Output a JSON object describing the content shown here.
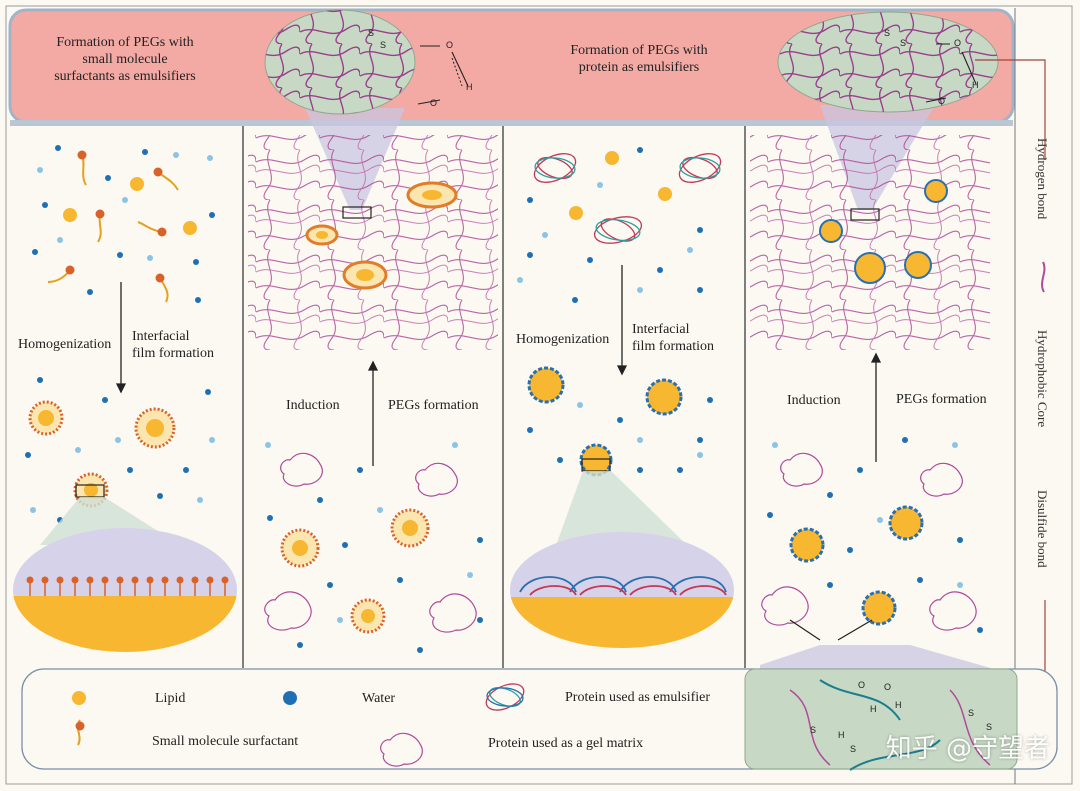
{
  "top_band": {
    "left_title": "Formation of PEGs with small molecule surfactants as emulsifiers",
    "left_lines": [
      "Formation of PEGs with",
      "small molecule",
      "surfactants as emulsifiers"
    ],
    "right_lines": [
      "Formation of PEGs with",
      "protein as emulsifiers"
    ]
  },
  "bond_labels": {
    "s": "S",
    "o": "O",
    "h": "H"
  },
  "panels": {
    "p1": {
      "step_label": "Homogenization",
      "step2_lines": [
        "Interfacial",
        "film formation"
      ]
    },
    "p2": {
      "label_left": "Induction",
      "label_right": "PEGs formation"
    },
    "p3": {
      "step_label": "Homogenization",
      "step2_lines": [
        "Interfacial",
        "film formation"
      ]
    },
    "p4": {
      "label_left": "Induction",
      "label_right": "PEGs formation"
    }
  },
  "side_labels": [
    "Hydrogen bond",
    "Hydrophobic Core",
    "Disulfide bond"
  ],
  "legend": {
    "lipid": "Lipid",
    "water": "Water",
    "protein_emulsifier": "Protein used as emulsifier",
    "surfactant": "Small molecule surfactant",
    "protein_gel": "Protein used as a gel matrix"
  },
  "watermark": "知乎 @守望者",
  "colors": {
    "top_band": "#f4aaa4",
    "lipid": "#f7b731",
    "water": "#1f6fb5",
    "water_light": "#8cc4e6",
    "surfactant_head": "#d9622b",
    "polymer": "#b04a9a",
    "lens": "#c9c6e2",
    "inset_green": "#c7d8c5"
  }
}
